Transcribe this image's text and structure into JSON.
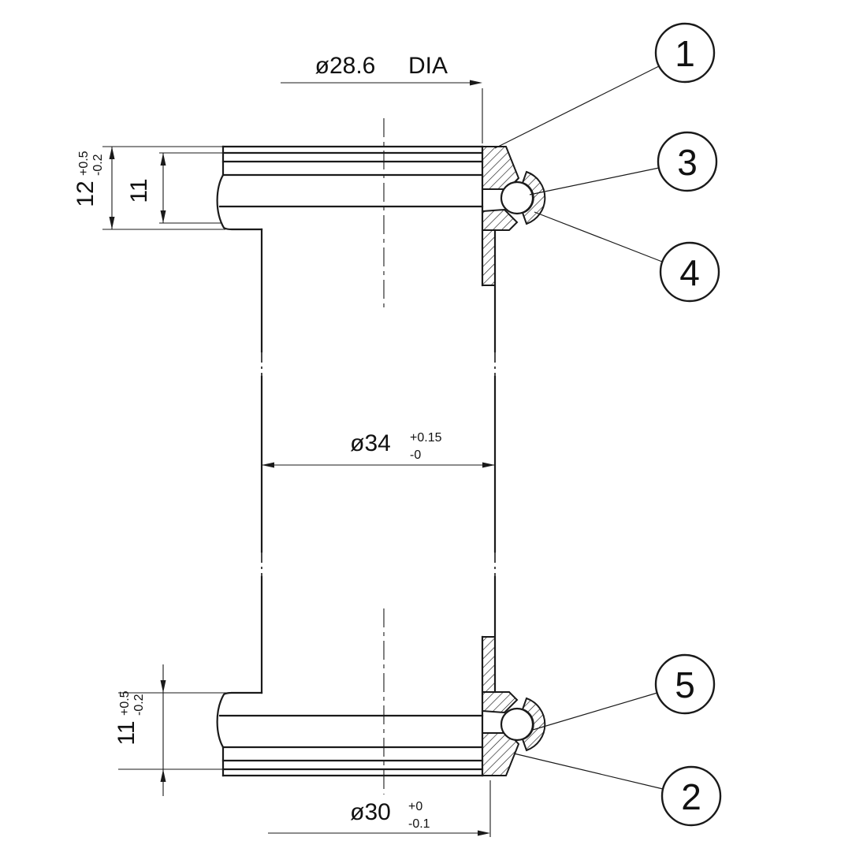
{
  "dimensions": {
    "steerer_diameter": {
      "value": "ø28.6",
      "suffix": "DIA"
    },
    "upper_stack_outer": {
      "value": "12",
      "tol_plus": "+0.5",
      "tol_minus": "-0.2"
    },
    "upper_stack_inner": {
      "value": "11"
    },
    "head_tube_bore": {
      "value": "ø34",
      "tol_plus": "+0.15",
      "tol_minus": "-0"
    },
    "lower_stack": {
      "value": "11",
      "tol_plus": "+0.5",
      "tol_minus": "-0.2"
    },
    "crown_race_seat": {
      "value": "ø30",
      "tol_plus": "+0",
      "tol_minus": "-0.1"
    }
  },
  "balloons": {
    "b1": "1",
    "b2": "2",
    "b3": "3",
    "b4": "4",
    "b5": "5"
  }
}
